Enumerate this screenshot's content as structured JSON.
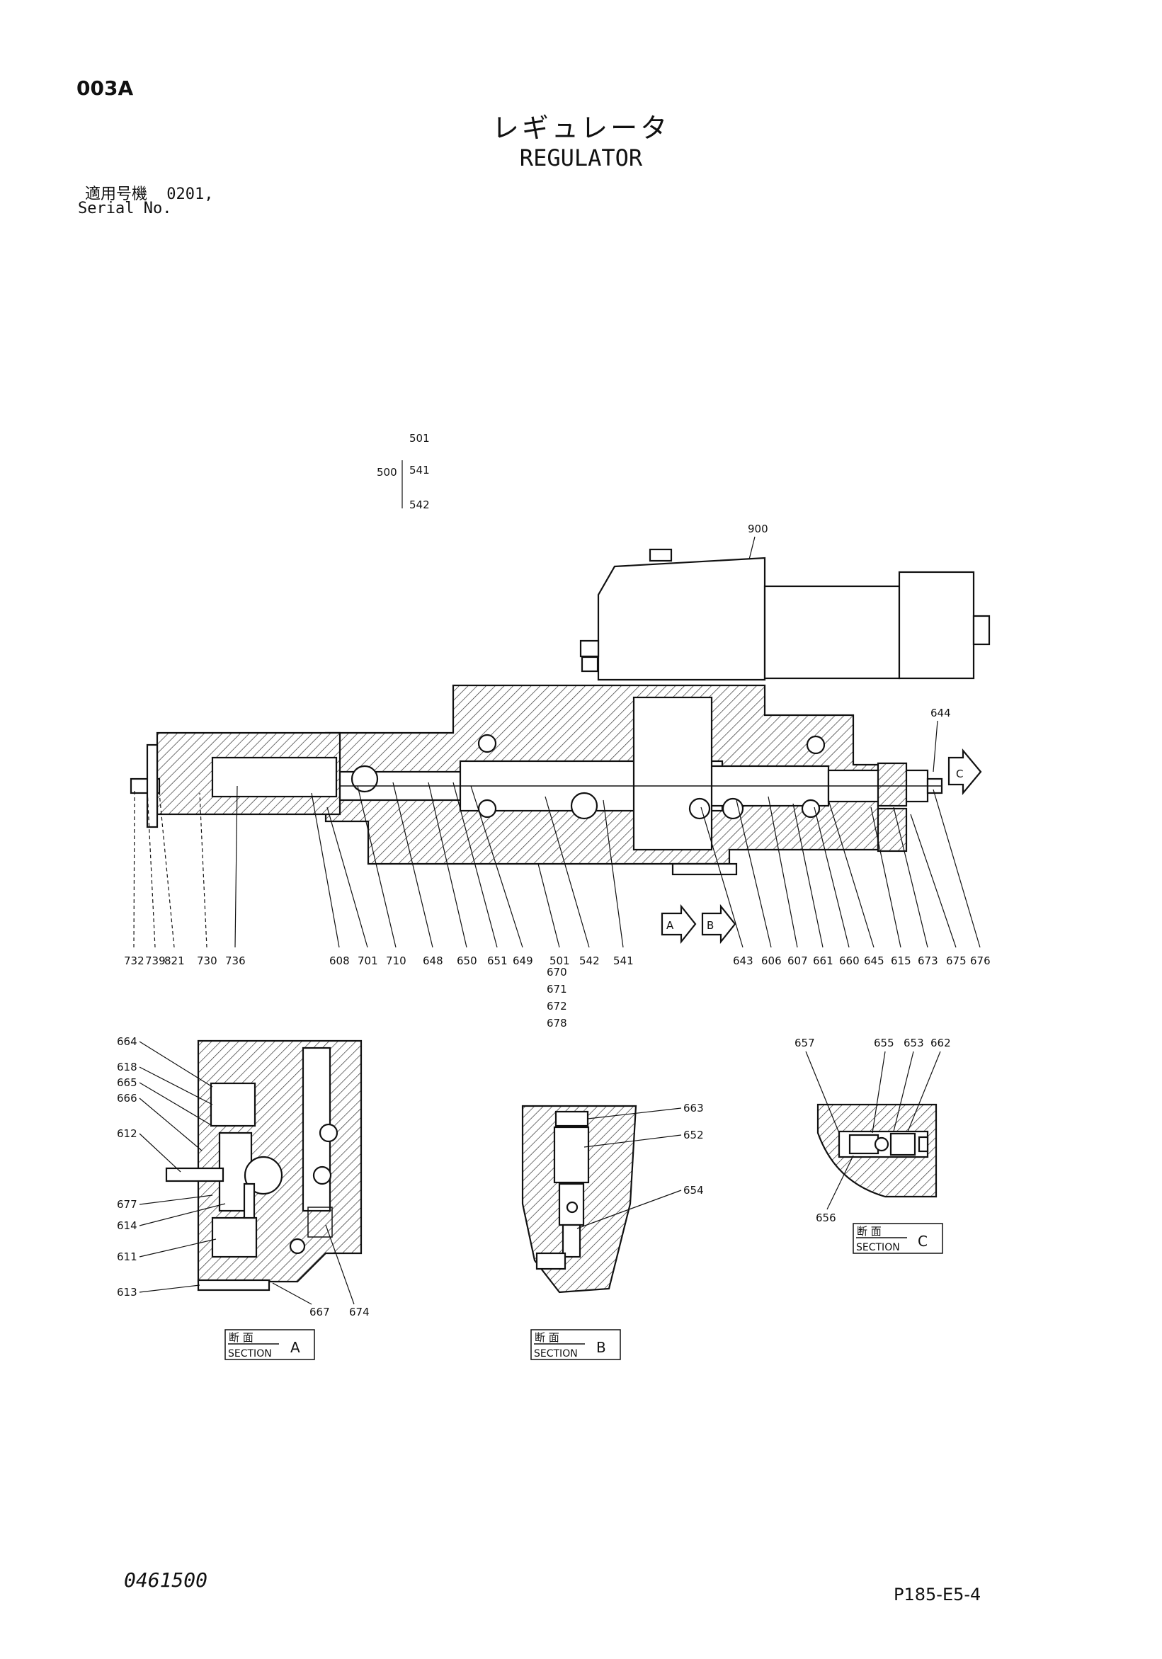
{
  "header": {
    "code": "003A",
    "title_jp": "レギュレータ",
    "title_en": "REGULATOR",
    "serial_label_jp": "適用号機",
    "serial_value": "0201,",
    "serial_label_en": "Serial No."
  },
  "assembly": {
    "group_number": "500",
    "members": [
      "501",
      "541",
      "542"
    ],
    "solenoid_number": "900",
    "right_top_number": "644"
  },
  "main_callouts": [
    "732",
    "739",
    "821",
    "730",
    "736",
    "608",
    "701",
    "710",
    "648",
    "650",
    "651",
    "649",
    "501",
    "542",
    "541",
    "643",
    "606",
    "607",
    "661",
    "660",
    "645",
    "615",
    "673",
    "675",
    "676"
  ],
  "stacked_callouts": [
    "670",
    "671",
    "672",
    "678"
  ],
  "view_arrows": {
    "a": "A",
    "b": "B",
    "c": "C"
  },
  "section_a": {
    "left_callouts": [
      "664",
      "618",
      "665",
      "666",
      "612",
      "677",
      "614",
      "611",
      "613"
    ],
    "bottom_callouts": [
      "667",
      "674"
    ],
    "label_jp": "断 面",
    "label_en": "SECTION",
    "letter": "A"
  },
  "section_b": {
    "callouts": [
      "663",
      "652",
      "654"
    ],
    "label_jp": "断 面",
    "label_en": "SECTION",
    "letter": "B"
  },
  "section_c": {
    "top_callouts": [
      "657",
      "655",
      "653",
      "662"
    ],
    "bottom_callout": "656",
    "label_jp": "断 面",
    "label_en": "SECTION",
    "letter": "C"
  },
  "footer": {
    "drawing_number": "0461500",
    "page_ref": "P185-E5-4"
  }
}
